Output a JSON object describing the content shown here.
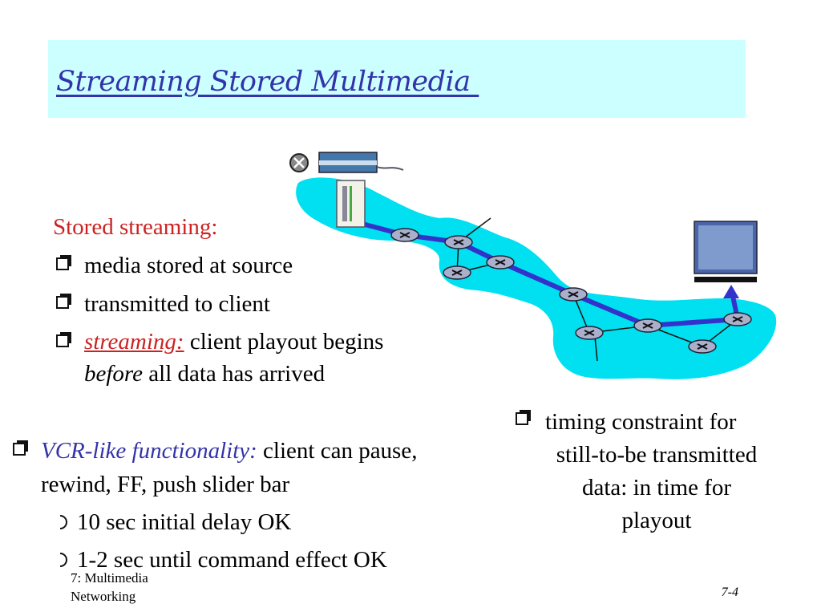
{
  "title": "Streaming Stored Multimedia ",
  "stored_heading": "Stored streaming:",
  "bullets": {
    "b1": "media stored at source",
    "b2": "transmitted to client",
    "b3_emph": "streaming:",
    "b3_rest": " client playout begins",
    "b3_line2_emph": "before",
    "b3_line2_rest": " all data has arrived"
  },
  "vcr": {
    "emph": "VCR-like functionality:",
    "rest": " client can pause,",
    "line2": "rewind, FF, push slider bar",
    "sub1": "10 sec initial delay OK",
    "sub2": "1-2 sec until command effect OK"
  },
  "timing": {
    "line1": "timing constraint for",
    "line2": "still-to-be transmitted",
    "line3": "data: in time for",
    "line4": "playout"
  },
  "footer": {
    "line1": "7: Multimedia",
    "line2": "Networking",
    "page": "7-4"
  },
  "colors": {
    "title_bg": "#ccffff",
    "title_text": "#3333aa",
    "accent_red": "#cc2222",
    "network_cloud": "#00e0f0",
    "path": "#3333cc"
  }
}
